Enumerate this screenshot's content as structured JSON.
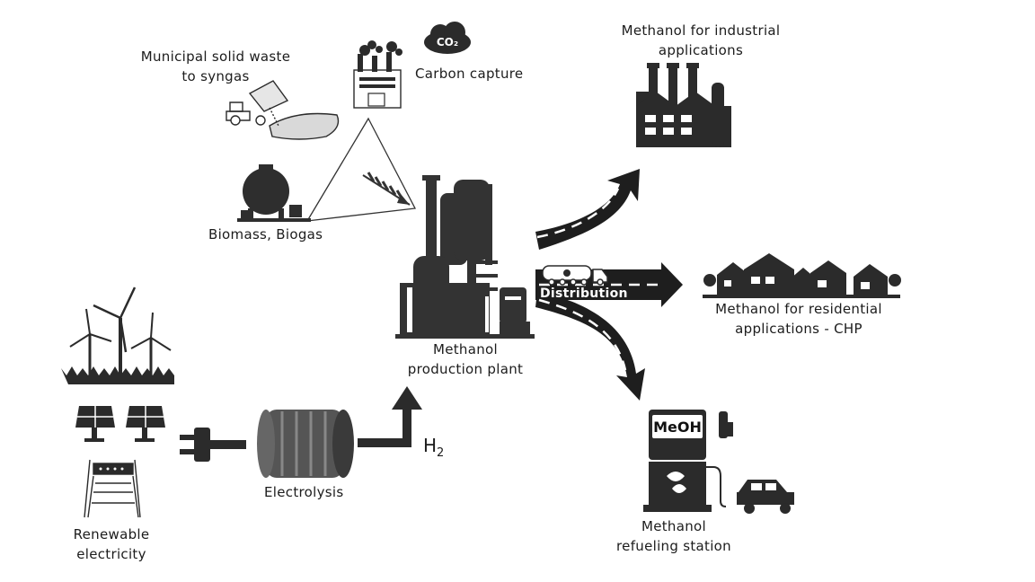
{
  "labels": {
    "msw_line1": "Municipal solid waste",
    "msw_line2": "to syngas",
    "carbon_capture": "Carbon capture",
    "co2_badge": "CO₂",
    "biomass": "Biomass, Biogas",
    "plant_line1": "Methanol",
    "plant_line2": "production plant",
    "distribution": "Distribution",
    "industrial_line1": "Methanol for industrial",
    "industrial_line2": "applications",
    "residential_line1": "Methanol for residential",
    "residential_line2": "applications - CHP",
    "refuel_line1": "Methanol",
    "refuel_line2": "refueling station",
    "pump_sign": "MeOH",
    "electrolysis": "Electrolysis",
    "h2_main": "H",
    "h2_sub": "2",
    "renew_line1": "Renewable",
    "renew_line2": "electricity"
  },
  "colors": {
    "ink": "#2b2b2b",
    "road": "#1e1e1e",
    "road_line": "#ffffff",
    "paper": "#ffffff"
  },
  "icons": [
    "co2-cloud-icon",
    "factory-smoke-icon",
    "dump-truck-icon",
    "biogas-tank-icon",
    "methanol-plant-icon",
    "road-arrows-icon",
    "tanker-truck-icon",
    "industrial-factory-icon",
    "houses-icon",
    "fuel-pump-icon",
    "car-icon",
    "wind-turbines-icon",
    "solar-panel-icon",
    "hydro-dam-icon",
    "power-plug-icon",
    "electrolysis-cylinder-icon",
    "h2-arrow-icon"
  ]
}
